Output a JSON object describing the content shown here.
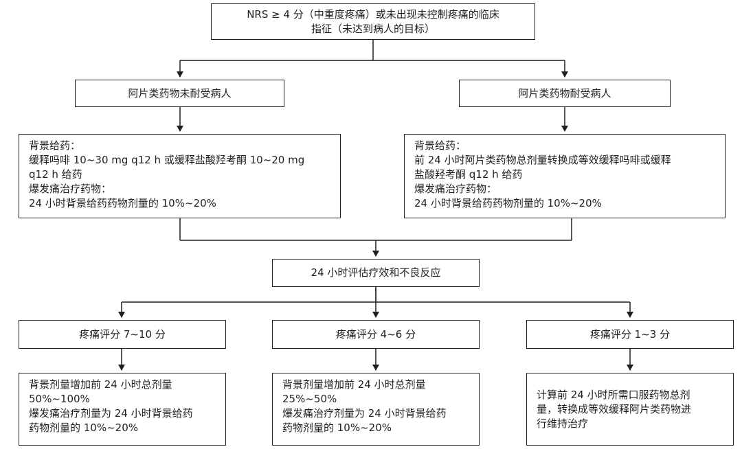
{
  "top": {
    "line1": "NRS ≥ 4 分（中重度疼痛）或未出现未控制疼痛的临床",
    "line2": "指征（未达到病人的目标）"
  },
  "branches": {
    "left_label": "阿片类药物未耐受病人",
    "right_label": "阿片类药物耐受病人"
  },
  "left_dose": {
    "l1": "背景给药：",
    "l2": "缓释吗啡 10~30 mg q12 h 或缓释盐酸羟考酮 10~20 mg",
    "l3": "q12 h 给药",
    "l4": "爆发痛治疗药物：",
    "l5": "24 小时背景给药药物剂量的 10%~20%"
  },
  "right_dose": {
    "l1": "背景给药：",
    "l2": "前 24 小时阿片类药物总剂量转换成等效缓释吗啡或缓释",
    "l3": "盐酸羟考酮 q12 h 给药",
    "l4": "爆发痛治疗药物：",
    "l5": "24 小时背景给药药物剂量的 10%~20%"
  },
  "evaluate": {
    "label": "24 小时评估疗效和不良反应"
  },
  "scores": {
    "high": "疼痛评分 7~10 分",
    "mid": "疼痛评分 4~6 分",
    "low": "疼痛评分 1~3 分"
  },
  "actions": {
    "high": {
      "l1": "背景剂量增加前 24 小时总剂量",
      "l2": "50%~100%",
      "l3": "爆发痛治疗剂量为 24 小时背景给药",
      "l4": "药物剂量的 10%~20%"
    },
    "mid": {
      "l1": "背景剂量增加前 24 小时总剂量",
      "l2": "25%~50%",
      "l3": "爆发痛治疗剂量为 24 小时背景给药",
      "l4": "药物剂量的 10%~20%"
    },
    "low": {
      "l1": "计算前 24 小时所需口服药物总剂",
      "l2": "量，转换成等效缓释阿片类药物进",
      "l3": "行维持治疗"
    }
  }
}
